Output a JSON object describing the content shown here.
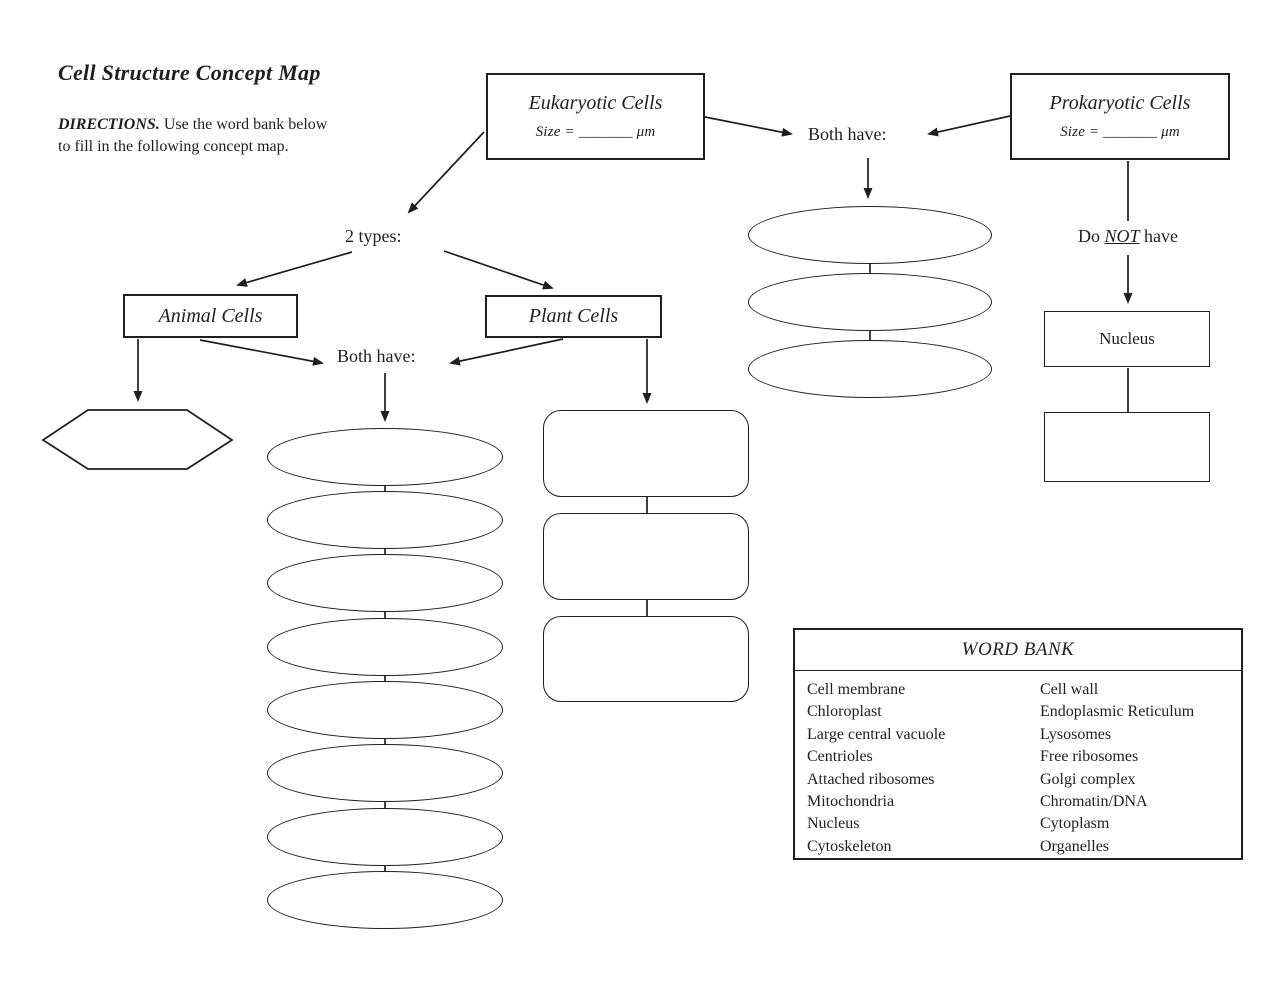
{
  "header": {
    "title": "Cell Structure Concept Map",
    "directions_label": "DIRECTIONS.",
    "directions_line1": " Use the word bank below",
    "directions_line2": "to fill in the following concept map."
  },
  "map": {
    "eukaryotic_label": "Eukaryotic Cells",
    "eukaryotic_size": "Size = _______ μm",
    "prokaryotic_label": "Prokaryotic Cells",
    "prokaryotic_size": "Size = _______ μm",
    "both_have_top": "Both have:",
    "two_types": "2 types:",
    "animal_label": "Animal Cells",
    "plant_label": "Plant Cells",
    "both_have_bottom": "Both have:",
    "do_not_pre": "Do ",
    "do_not_emphasis": "NOT",
    "do_not_post": " have",
    "nucleus_label": "Nucleus"
  },
  "word_bank": {
    "title": "WORD BANK",
    "column1": [
      "Cell membrane",
      "Chloroplast",
      "Large central vacuole",
      "Centrioles",
      "Attached ribosomes",
      "Mitochondria",
      "Nucleus",
      "Cytoskeleton"
    ],
    "column2": [
      "Cell wall",
      "Endoplasmic Reticulum",
      "Lysosomes",
      "Free ribosomes",
      "Golgi complex",
      "Chromatin/DNA",
      "Cytoplasm",
      "Organelles"
    ]
  },
  "colors": {
    "ink": "#1f1f1f",
    "background": "#ffffff"
  }
}
